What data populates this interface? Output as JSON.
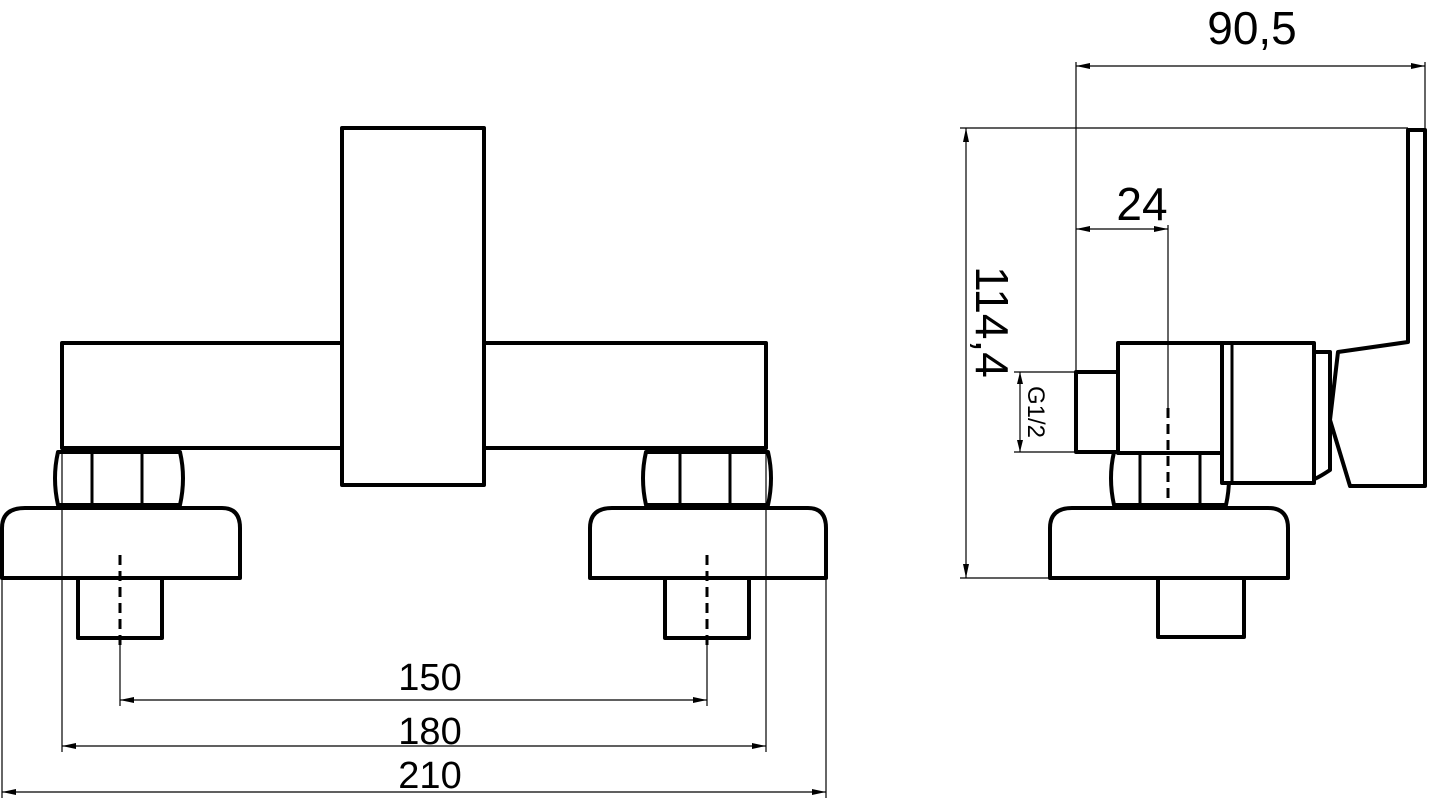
{
  "front_view": {
    "dimensions": {
      "inlet_spacing": "150",
      "body_width": "180",
      "overall_width": "210"
    }
  },
  "side_view": {
    "dimensions": {
      "overall_depth": "90,5",
      "outlet_offset": "24",
      "overall_height": "114,4",
      "thread_size": "G1/2"
    }
  }
}
